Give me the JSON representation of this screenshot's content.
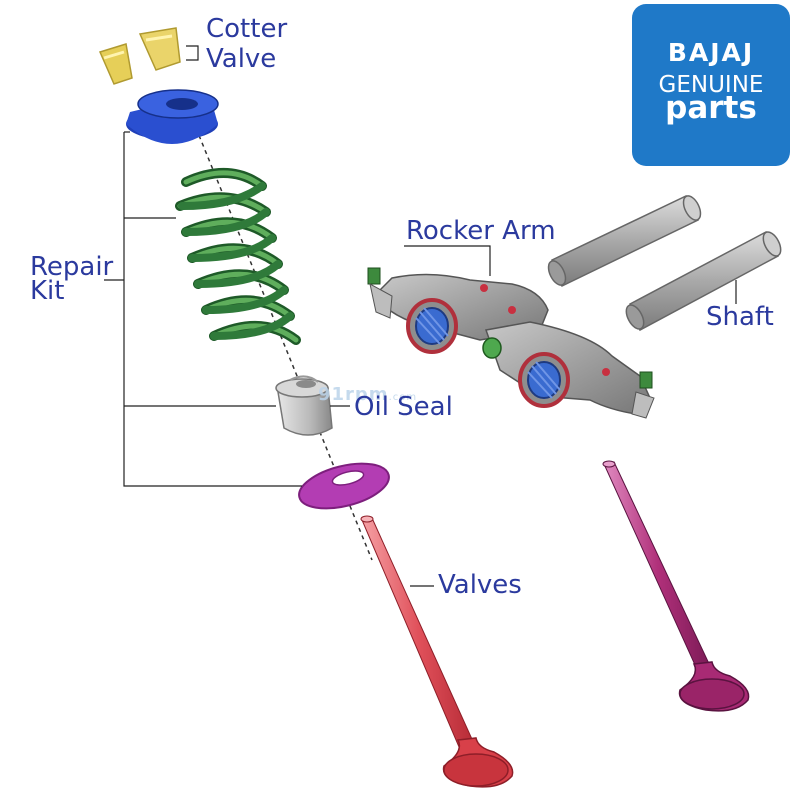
{
  "logo": {
    "brand": "BAJAJ",
    "genuine": "GENUINE",
    "parts": "parts"
  },
  "watermark": {
    "main": "91rpm",
    "suffix": ".com"
  },
  "labels": {
    "cotter_valve_line1": "Cotter",
    "cotter_valve_line2": "Valve",
    "repair_kit_line1": "Repair",
    "repair_kit_line2": "Kit",
    "oil_seal": "Oil Seal",
    "rocker_arm": "Rocker Arm",
    "shaft": "Shaft",
    "valves": "Valves"
  },
  "colors": {
    "label_text": "#2b3a9e",
    "logo_bg": "#1f79c8",
    "cotter": "#e6cf58",
    "retainer": "#1f3fb8",
    "spring": "#2f7a3a",
    "oil_seal": "#bdbdbd",
    "washer": "#b33db3",
    "valve_left": "#e0505a",
    "valve_right": "#b0307a",
    "rocker": "#9a9a9a",
    "shaft": "#a8a8a8"
  }
}
